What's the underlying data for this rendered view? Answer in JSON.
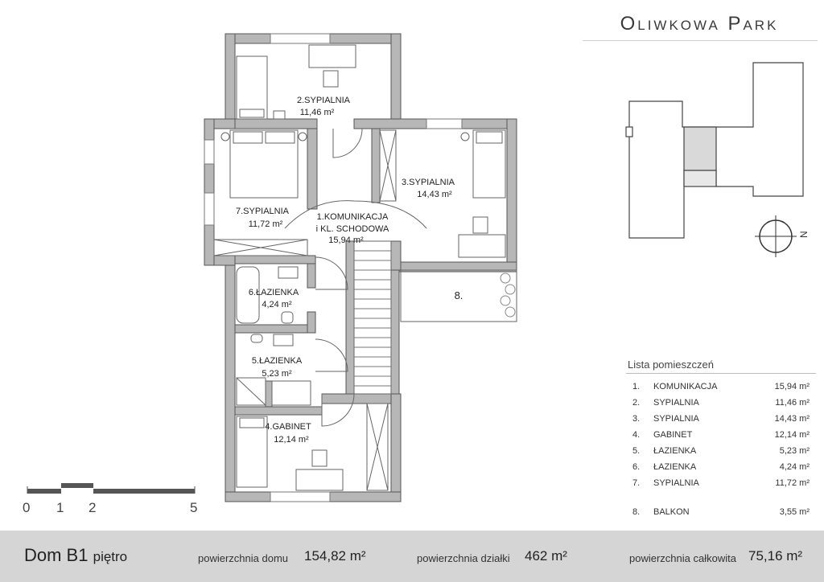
{
  "brand": "Oliwkowa Park",
  "plan_labels": {
    "r1": {
      "line1": "1.KOMUNIKACJA",
      "line2": "i KL. SCHODOWA",
      "area": "15,94 m²"
    },
    "r2": {
      "name": "2.SYPIALNIA",
      "area": "11,46 m²"
    },
    "r3": {
      "name": "3.SYPIALNIA",
      "area": "14,43 m²"
    },
    "r4": {
      "name": "4.GABINET",
      "area": "12,14 m²"
    },
    "r5": {
      "name": "5.ŁAZIENKA",
      "area": "5,23 m²"
    },
    "r6": {
      "name": "6.ŁAZIENKA",
      "area": "4,24 m²"
    },
    "r7": {
      "name": "7.SYPIALNIA",
      "area": "11,72 m²"
    },
    "r8": {
      "name": "8."
    }
  },
  "compass_letter": "N",
  "scale_labels": [
    "0",
    "1",
    "2",
    "5"
  ],
  "rooms_list": {
    "title": "Lista pomieszczeń",
    "items": [
      {
        "num": "1.",
        "name": "KOMUNIKACJA",
        "area": "15,94 m²"
      },
      {
        "num": "2.",
        "name": "SYPIALNIA",
        "area": "11,46 m²"
      },
      {
        "num": "3.",
        "name": "SYPIALNIA",
        "area": "14,43 m²"
      },
      {
        "num": "4.",
        "name": "GABINET",
        "area": "12,14 m²"
      },
      {
        "num": "5.",
        "name": "ŁAZIENKA",
        "area": "5,23 m²"
      },
      {
        "num": "6.",
        "name": "ŁAZIENKA",
        "area": "4,24 m²"
      },
      {
        "num": "7.",
        "name": "SYPIALNIA",
        "area": "11,72 m²"
      },
      {
        "num": "8.",
        "name": "BALKON",
        "area": "3,55 m²"
      }
    ]
  },
  "footer": {
    "title_main": "Dom B1",
    "title_sub": "piętro",
    "house_area_label": "powierzchnia domu",
    "house_area_value": "154,82 m²",
    "plot_area_label": "powierzchnia działki",
    "plot_area_value": "462 m²",
    "total_area_label": "powierzchnia całkowita",
    "total_area_value": "75,16 m²"
  }
}
